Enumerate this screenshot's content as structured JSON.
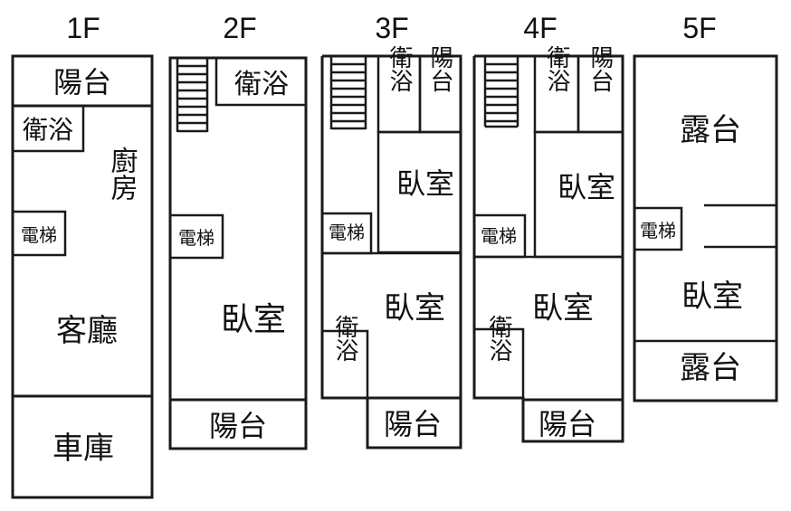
{
  "floors": {
    "f1": {
      "title": "1F",
      "balcony": "陽台",
      "bath": "衛浴",
      "kitchen": "廚房",
      "elevator": "電梯",
      "living": "客廳",
      "garage": "車庫"
    },
    "f2": {
      "title": "2F",
      "bath": "衛浴",
      "elevator": "電梯",
      "bedroom": "臥室",
      "balcony": "陽台"
    },
    "f3": {
      "title": "3F",
      "bath_top": "衛浴",
      "balcony_top": "陽台",
      "bedroom_top": "臥室",
      "elevator": "電梯",
      "bedroom": "臥室",
      "bath_bottom": "衛浴",
      "balcony": "陽台"
    },
    "f4": {
      "title": "4F",
      "bath_top": "衛浴",
      "balcony_top": "陽台",
      "bedroom_top": "臥室",
      "elevator": "電梯",
      "bedroom": "臥室",
      "bath_bottom": "衛浴",
      "balcony": "陽台"
    },
    "f5": {
      "title": "5F",
      "terrace_top": "露台",
      "elevator": "電梯",
      "bedroom": "臥室",
      "terrace_bottom": "露台"
    }
  }
}
